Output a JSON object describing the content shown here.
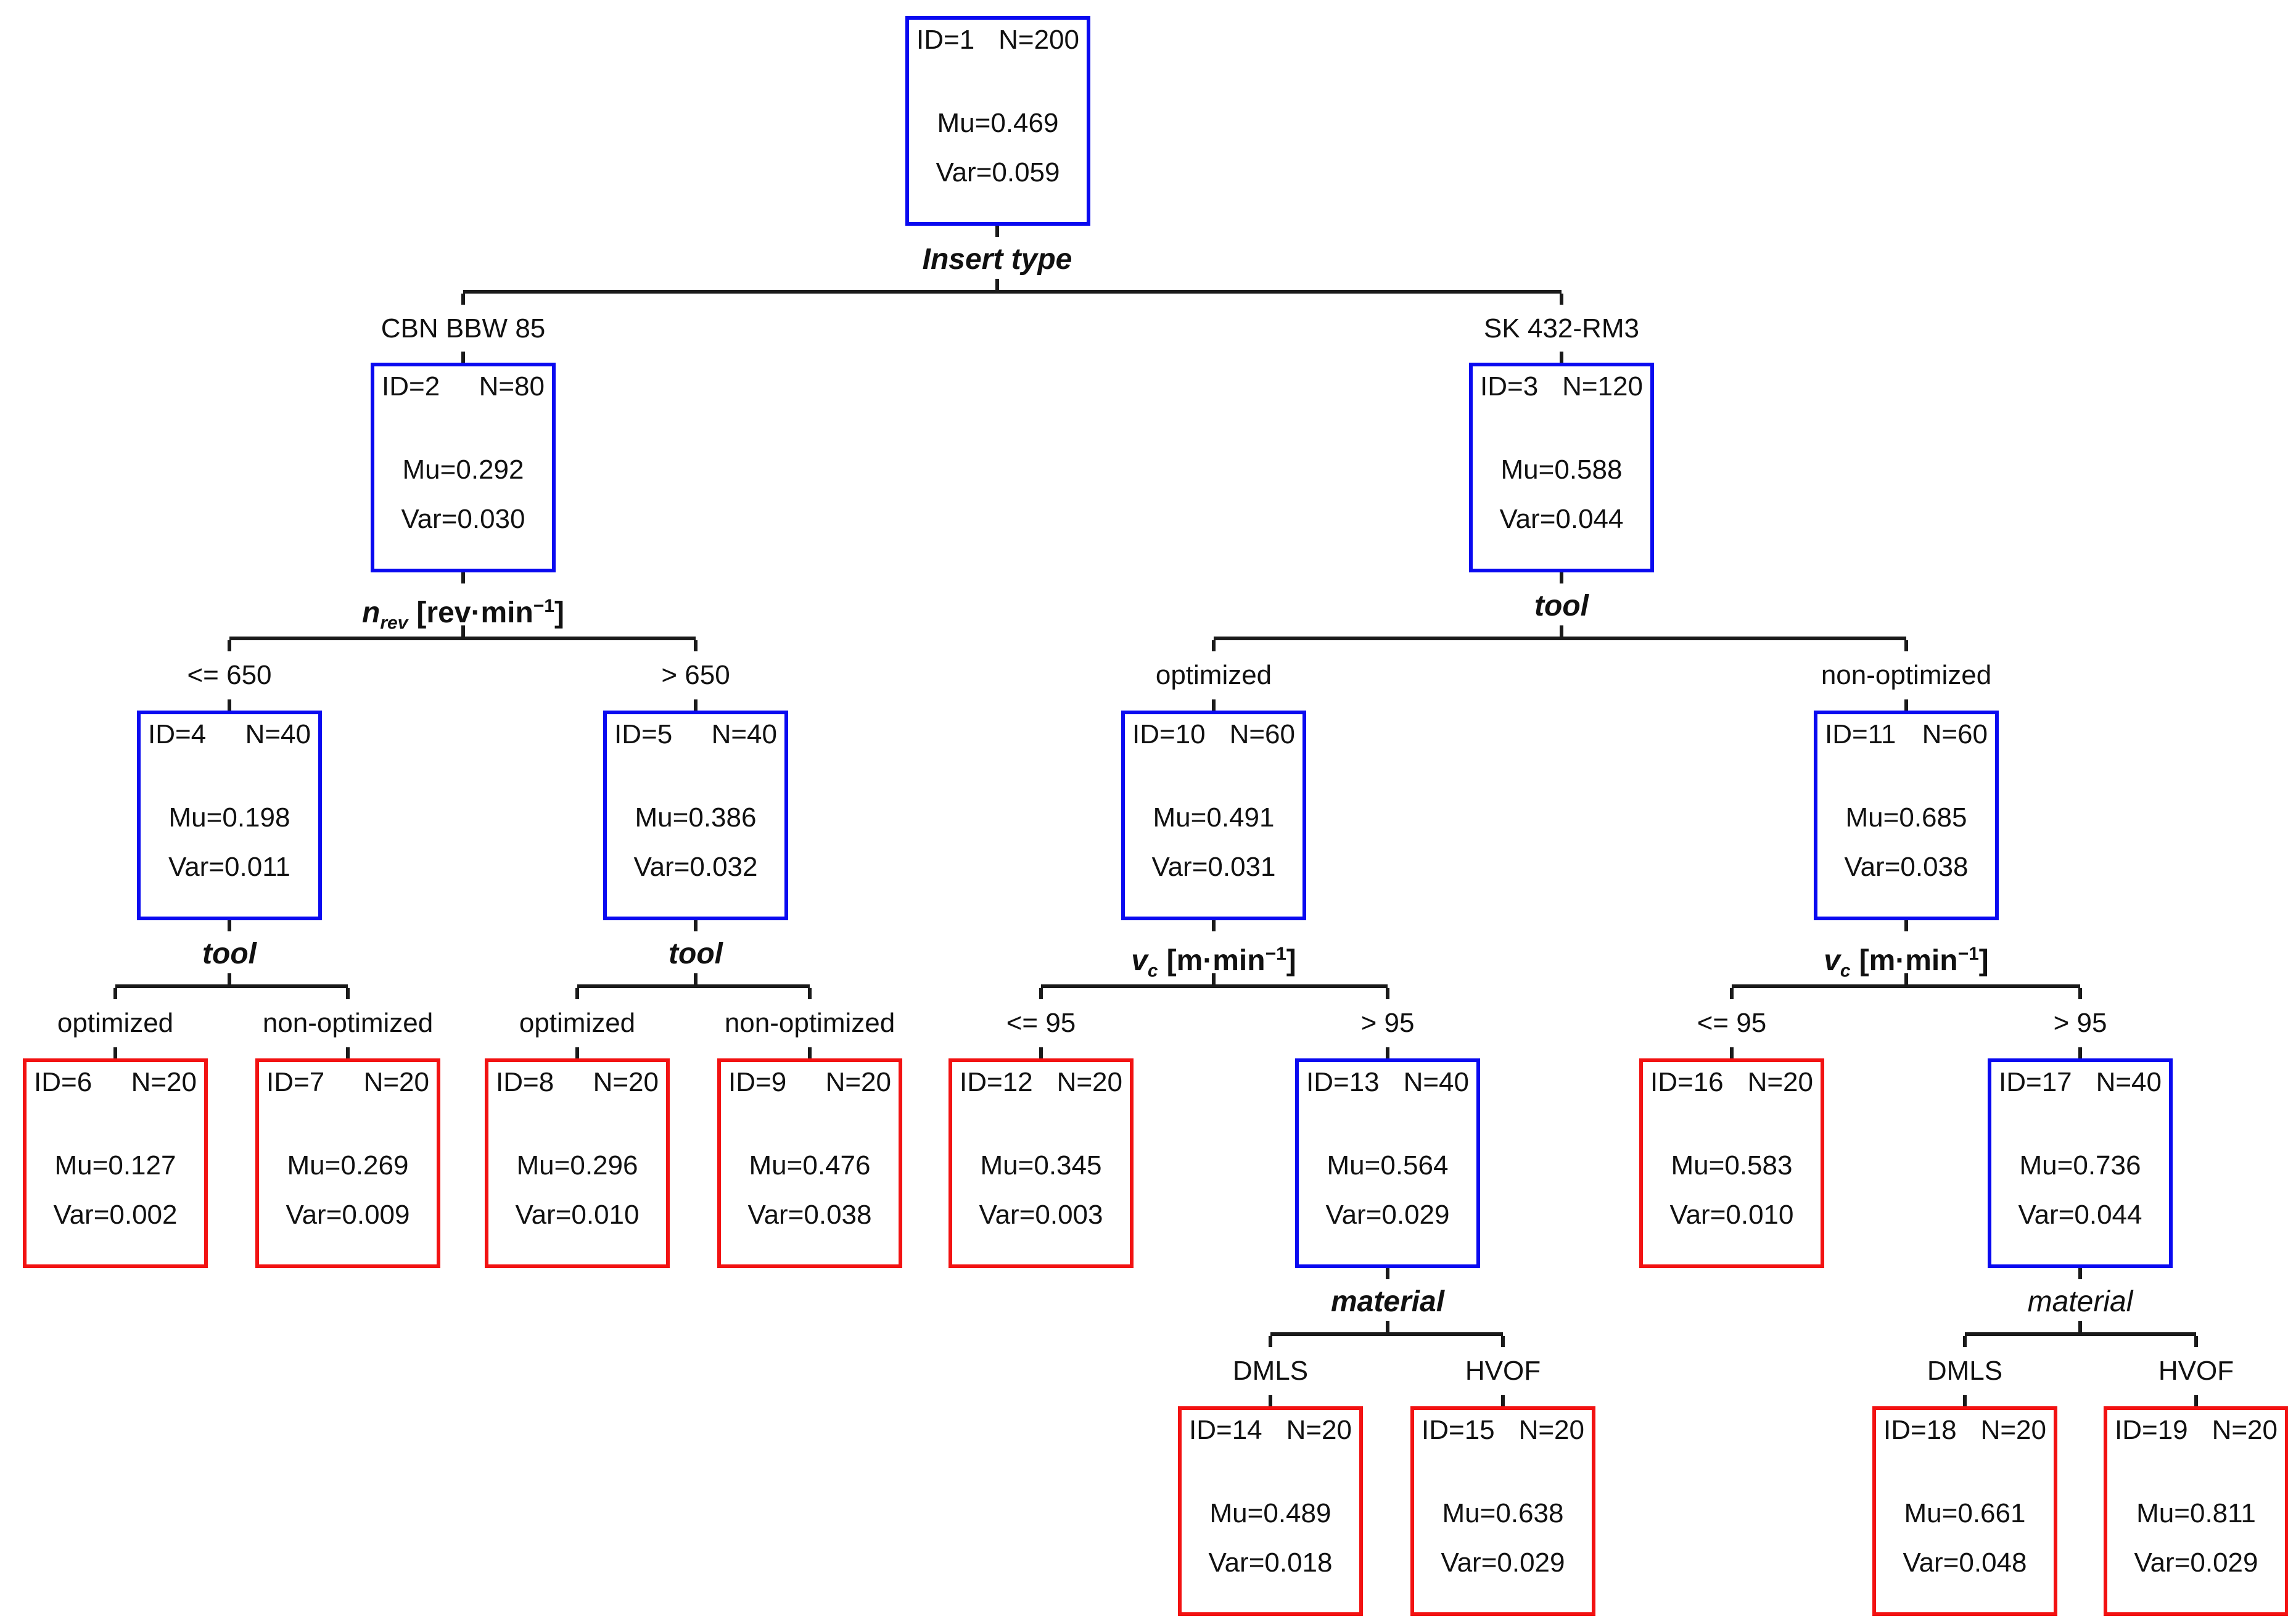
{
  "figure": {
    "type": "regression-decision-tree",
    "background_color": "#ffffff",
    "internal_node_border_color": "#0a0af0",
    "leaf_node_border_color": "#f21212",
    "line_color": "#1a1a1a"
  },
  "nodes": {
    "n1": {
      "id": "ID=1",
      "n": "N=200",
      "mu": "Mu=0.469",
      "var": "Var=0.059",
      "style": "internal-blue"
    },
    "n2": {
      "id": "ID=2",
      "n": "N=80",
      "mu": "Mu=0.292",
      "var": "Var=0.030",
      "style": "internal-blue"
    },
    "n3": {
      "id": "ID=3",
      "n": "N=120",
      "mu": "Mu=0.588",
      "var": "Var=0.044",
      "style": "internal-blue"
    },
    "n4": {
      "id": "ID=4",
      "n": "N=40",
      "mu": "Mu=0.198",
      "var": "Var=0.011",
      "style": "internal-blue"
    },
    "n5": {
      "id": "ID=5",
      "n": "N=40",
      "mu": "Mu=0.386",
      "var": "Var=0.032",
      "style": "internal-blue"
    },
    "n6": {
      "id": "ID=6",
      "n": "N=20",
      "mu": "Mu=0.127",
      "var": "Var=0.002",
      "style": "leaf-red"
    },
    "n7": {
      "id": "ID=7",
      "n": "N=20",
      "mu": "Mu=0.269",
      "var": "Var=0.009",
      "style": "leaf-red"
    },
    "n8": {
      "id": "ID=8",
      "n": "N=20",
      "mu": "Mu=0.296",
      "var": "Var=0.010",
      "style": "leaf-red"
    },
    "n9": {
      "id": "ID=9",
      "n": "N=20",
      "mu": "Mu=0.476",
      "var": "Var=0.038",
      "style": "leaf-red"
    },
    "n10": {
      "id": "ID=10",
      "n": "N=60",
      "mu": "Mu=0.491",
      "var": "Var=0.031",
      "style": "internal-blue"
    },
    "n11": {
      "id": "ID=11",
      "n": "N=60",
      "mu": "Mu=0.685",
      "var": "Var=0.038",
      "style": "internal-blue"
    },
    "n12": {
      "id": "ID=12",
      "n": "N=20",
      "mu": "Mu=0.345",
      "var": "Var=0.003",
      "style": "leaf-red"
    },
    "n13": {
      "id": "ID=13",
      "n": "N=40",
      "mu": "Mu=0.564",
      "var": "Var=0.029",
      "style": "internal-blue"
    },
    "n14": {
      "id": "ID=14",
      "n": "N=20",
      "mu": "Mu=0.489",
      "var": "Var=0.018",
      "style": "leaf-red"
    },
    "n15": {
      "id": "ID=15",
      "n": "N=20",
      "mu": "Mu=0.638",
      "var": "Var=0.029",
      "style": "leaf-red"
    },
    "n16": {
      "id": "ID=16",
      "n": "N=20",
      "mu": "Mu=0.583",
      "var": "Var=0.010",
      "style": "leaf-red"
    },
    "n17": {
      "id": "ID=17",
      "n": "N=40",
      "mu": "Mu=0.736",
      "var": "Var=0.044",
      "style": "internal-blue"
    },
    "n18": {
      "id": "ID=18",
      "n": "N=20",
      "mu": "Mu=0.661",
      "var": "Var=0.048",
      "style": "leaf-red"
    },
    "n19": {
      "id": "ID=19",
      "n": "N=20",
      "mu": "Mu=0.811",
      "var": "Var=0.029",
      "style": "leaf-red"
    }
  },
  "splits": {
    "s1": {
      "label": "Insert type",
      "emphasis": "bold-italic",
      "left_edge": "CBN BBW 85",
      "right_edge": "SK 432-RM3"
    },
    "s2": {
      "var": "n",
      "sub": "rev",
      "unit_open": "[rev·min",
      "sup": "−1",
      "unit_close": "]",
      "emphasis": "bold-italic",
      "left_edge": "<= 650",
      "right_edge": "> 650"
    },
    "s3": {
      "label": "tool",
      "emphasis": "bold-italic",
      "left_edge": "optimized",
      "right_edge": "non-optimized"
    },
    "s4": {
      "label": "tool",
      "emphasis": "bold-italic",
      "left_edge": "optimized",
      "right_edge": "non-optimized"
    },
    "s5": {
      "label": "tool",
      "emphasis": "bold-italic",
      "left_edge": "optimized",
      "right_edge": "non-optimized"
    },
    "s10": {
      "var": "v",
      "sub": "c",
      "unit_open": "[m·min",
      "sup": "−1",
      "unit_close": "]",
      "emphasis": "bold-italic",
      "left_edge": "<= 95",
      "right_edge": "> 95"
    },
    "s11": {
      "var": "v",
      "sub": "c",
      "unit_open": "[m·min",
      "sup": "−1",
      "unit_close": "]",
      "emphasis": "bold-italic",
      "left_edge": "<= 95",
      "right_edge": "> 95"
    },
    "s13": {
      "label": "material",
      "emphasis": "bold-italic",
      "left_edge": "DMLS",
      "right_edge": "HVOF"
    },
    "s17": {
      "label": "material",
      "emphasis": "italic",
      "left_edge": "DMLS",
      "right_edge": "HVOF"
    }
  }
}
